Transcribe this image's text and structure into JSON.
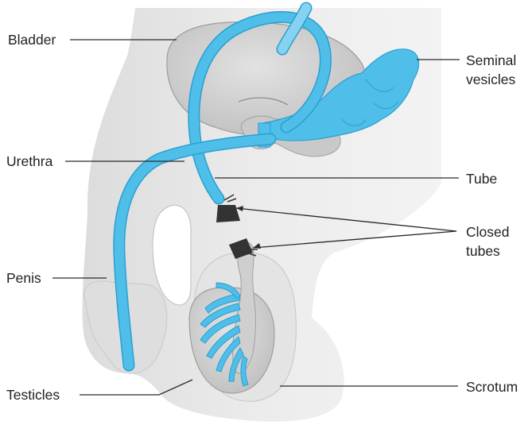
{
  "labels": {
    "bladder": "Bladder",
    "urethra": "Urethra",
    "penis": "Penis",
    "testicles": "Testicles",
    "seminal_line1": "Seminal",
    "seminal_line2": "vesicles",
    "tube": "Tube",
    "closed_line1": "Closed",
    "closed_line2": "tubes",
    "scrotum": "Scrotum"
  },
  "colors": {
    "body": "#e8e8e8",
    "organ": "#d3d3d3",
    "duct": "#4fbfea",
    "duct_edge": "#2a9fd0",
    "clamp": "#333333"
  }
}
